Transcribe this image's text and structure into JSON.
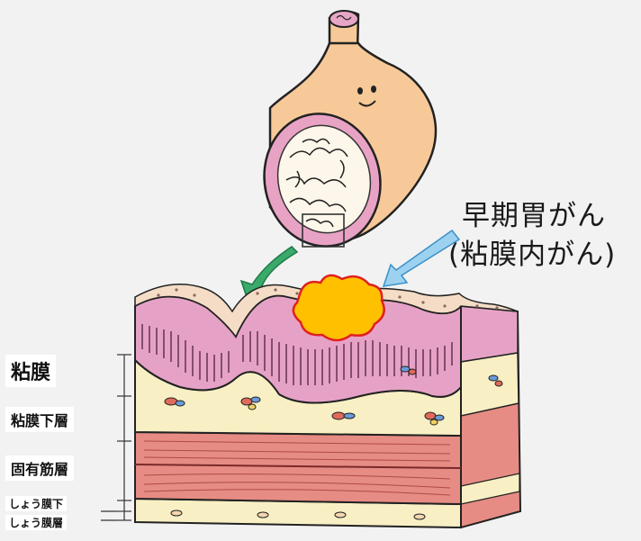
{
  "annotation": {
    "title": "早期胃がん",
    "subtitle": "(粘膜内がん)"
  },
  "layers": {
    "mucosa": "粘膜",
    "submucosa": "粘膜下層",
    "muscularis_propria": "固有筋層",
    "subserosa": "しょう膜下",
    "serosa": "しょう膜層"
  },
  "colors": {
    "background": "#f2f2f2",
    "stomach": "#f7c998",
    "mucosa_pink": "#e6a4c8",
    "submucosa_yellow": "#f8f0c4",
    "muscle_red": "#e88f84",
    "tumor_fill": "#ffc000",
    "tumor_outline": "#e02020",
    "green_arrow": "#3aaa6a",
    "blue_arrow": "#9cd2f0"
  },
  "icons": [
    "stomach-smile-face",
    "green-curved-arrow",
    "blue-arrow",
    "tumor-blob"
  ]
}
